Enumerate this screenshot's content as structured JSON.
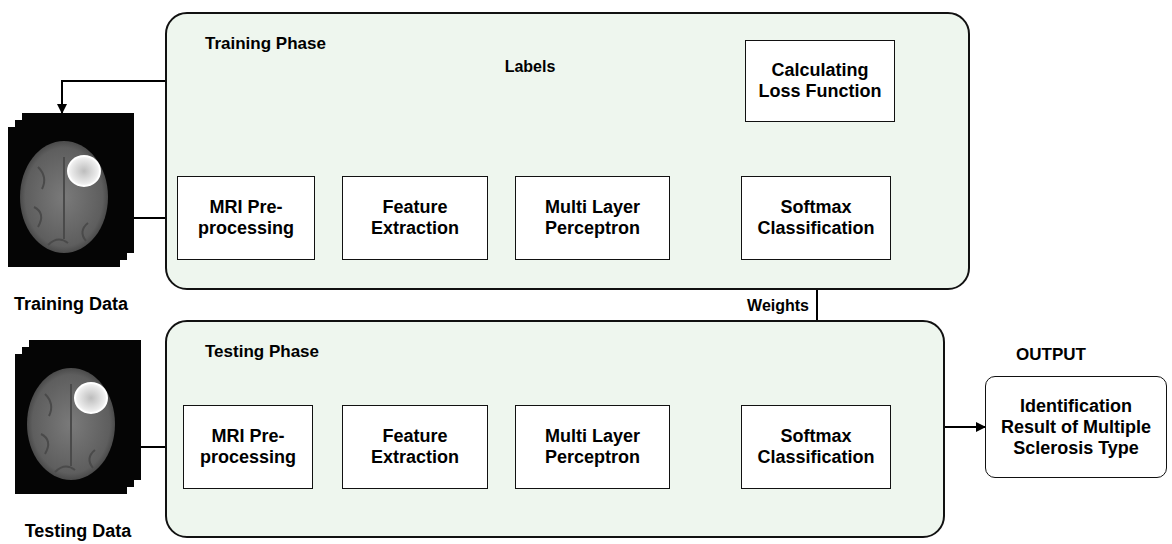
{
  "diagram": {
    "nodes": [
      {
        "text": [
          "Training Data"
        ]
      },
      {
        "text": [
          "Training Phase"
        ]
      },
      {
        "text": [
          "MRI Pre-processing"
        ],
        "in": 1
      },
      {
        "text": [
          "Feature Extraction"
        ],
        "in": 1
      },
      {
        "text": [
          "Multi Layer Perceptron"
        ],
        "in": 1
      },
      {
        "text": [
          "Softmax Classification"
        ],
        "in": 1
      },
      {
        "text": [
          "Calculating Loss Function"
        ],
        "in": 1
      },
      {
        "text": [
          "Testing Data"
        ]
      },
      {
        "text": [
          "Testing Phase"
        ]
      },
      {
        "text": [
          "MRI Pre-processing"
        ],
        "in": 8
      },
      {
        "text": [
          "Feature Extraction"
        ],
        "in": 8
      },
      {
        "text": [
          "Multi Layer Perceptron"
        ],
        "in": 8
      },
      {
        "text": [
          "Softmax Classification"
        ],
        "in": 8
      },
      {
        "text": [
          "OUTPUT",
          "Identification Result of Multiple Sclerosis Type"
        ]
      }
    ],
    "edges": [
      {
        "from": 0,
        "to": 2,
        "arrow": "to"
      },
      {
        "from": 2,
        "to": 3,
        "arrow": "to"
      },
      {
        "from": 3,
        "to": 4,
        "arrow": "to"
      },
      {
        "from": 4,
        "to": 5,
        "arrow": "to"
      },
      {
        "from": 5,
        "to": 6,
        "arrow": "to"
      },
      {
        "from": 5,
        "to": 6,
        "arrow": "to"
      },
      {
        "from": 6,
        "to": 0,
        "label": "Labels",
        "arrow": "to"
      },
      {
        "from": 5,
        "to": 12,
        "label": "Weights",
        "arrow": "to"
      },
      {
        "from": 7,
        "to": 9,
        "arrow": "to"
      },
      {
        "from": 9,
        "to": 10,
        "arrow": "to"
      },
      {
        "from": 10,
        "to": 11,
        "arrow": "to"
      },
      {
        "from": 11,
        "to": 12,
        "arrow": "to"
      },
      {
        "from": 12,
        "to": 13,
        "arrow": "to"
      }
    ]
  }
}
